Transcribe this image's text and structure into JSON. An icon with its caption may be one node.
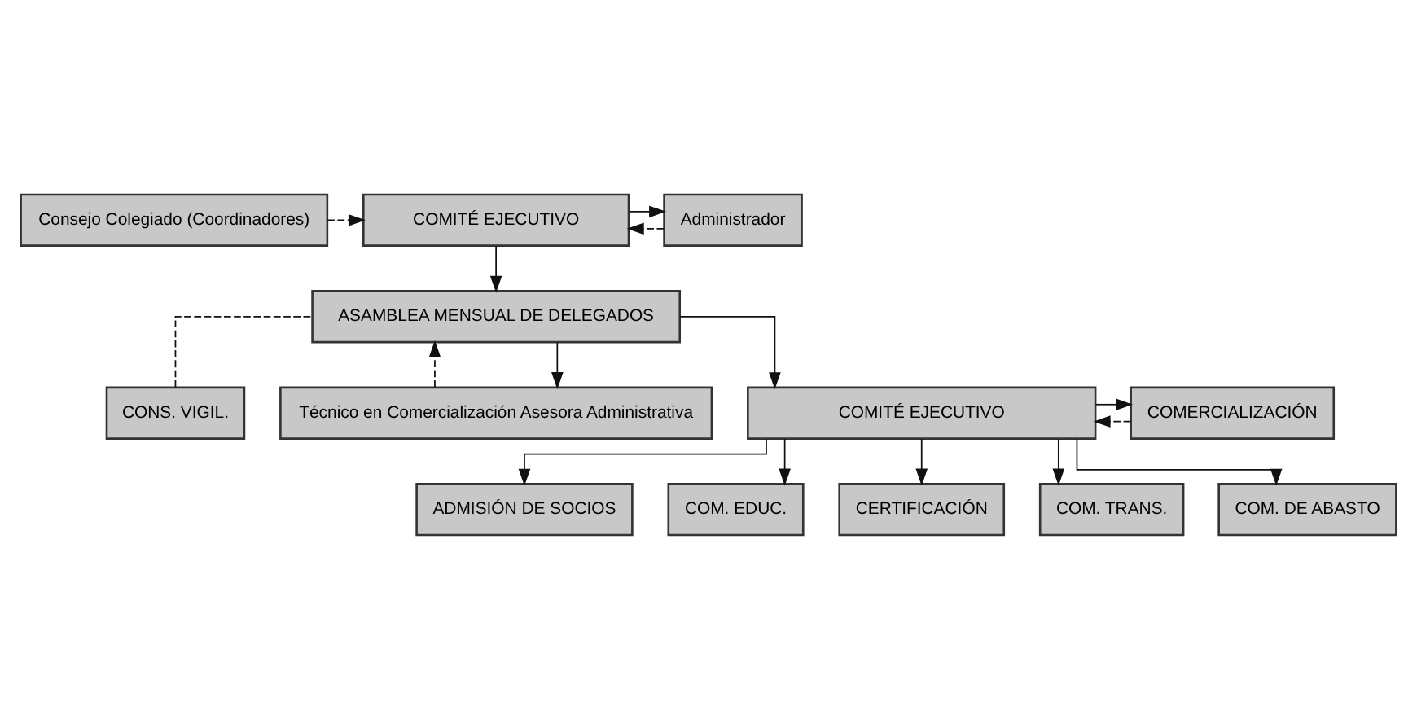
{
  "diagram": {
    "nodes": [
      {
        "text": [
          "Consejo Colegiado (Coordinadores)"
        ]
      },
      {
        "text": [
          "COMITÉ EJECUTIVO"
        ]
      },
      {
        "text": [
          "Administrador"
        ]
      },
      {
        "text": [
          "CONS. VIGIL."
        ]
      },
      {
        "text": [
          "Técnico en Comercialización Asesora Administrativa"
        ]
      },
      {
        "text": [
          "ASAMBLEA MENSUAL DE DELEGADOS"
        ]
      },
      {
        "text": [
          "COMITÉ EJECUTIVO"
        ]
      },
      {
        "text": [
          "COMERCIALIZACIÓN"
        ]
      },
      {
        "text": [
          "ADMISIÓN DE SOCIOS"
        ]
      },
      {
        "text": [
          "COM. EDUC."
        ]
      },
      {
        "text": [
          "CERTIFICACIÓN"
        ]
      },
      {
        "text": [
          "COM. TRANS."
        ]
      },
      {
        "text": [
          "COM. DE ABASTO"
        ]
      }
    ],
    "edges": [
      {
        "from": 0,
        "to": 1,
        "arrow": "to",
        "style": "dashed"
      },
      {
        "from": 2,
        "to": 1,
        "arrow": "to",
        "style": "dashed"
      },
      {
        "from": 1,
        "to": 2,
        "arrow": "to"
      },
      {
        "from": 1,
        "to": 5,
        "arrow": "to"
      },
      {
        "from": 3,
        "to": 5,
        "arrow": "none",
        "style": "dashed"
      },
      {
        "from": 4,
        "to": 5,
        "arrow": "to",
        "style": "dashed"
      },
      {
        "from": 5,
        "to": 4,
        "arrow": "to"
      },
      {
        "from": 5,
        "to": 6,
        "arrow": "to"
      },
      {
        "from": 6,
        "to": 7,
        "arrow": "to"
      },
      {
        "from": 7,
        "to": 6,
        "arrow": "to",
        "style": "dashed"
      },
      {
        "from": 6,
        "to": 8,
        "arrow": "to"
      },
      {
        "from": 6,
        "to": 9,
        "arrow": "to"
      },
      {
        "from": 6,
        "to": 10,
        "arrow": "to"
      },
      {
        "from": 6,
        "to": 11,
        "arrow": "to"
      },
      {
        "from": 6,
        "to": 12,
        "arrow": "to"
      }
    ]
  }
}
